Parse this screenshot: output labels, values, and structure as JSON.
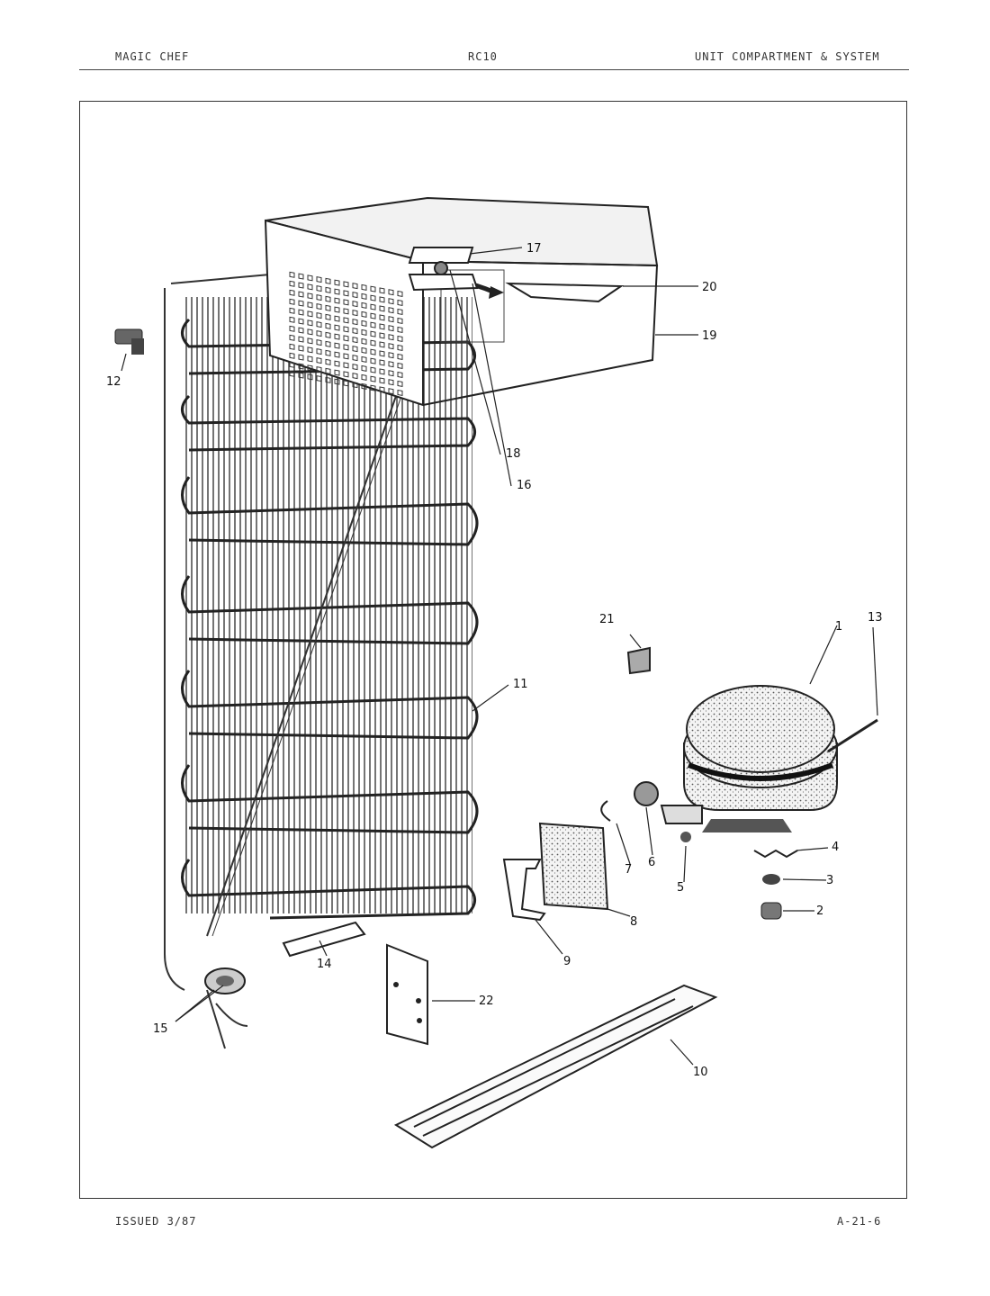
{
  "header": {
    "brand": "MAGIC CHEF",
    "model": "RC10",
    "section": "UNIT COMPARTMENT & SYSTEM"
  },
  "footer": {
    "issued": "ISSUED 3/87",
    "page_code": "A-21-6"
  },
  "callouts": [
    "1",
    "2",
    "3",
    "4",
    "5",
    "6",
    "7",
    "8",
    "9",
    "10",
    "11",
    "12",
    "13",
    "14",
    "15",
    "16",
    "17",
    "18",
    "19",
    "20",
    "21",
    "22"
  ]
}
